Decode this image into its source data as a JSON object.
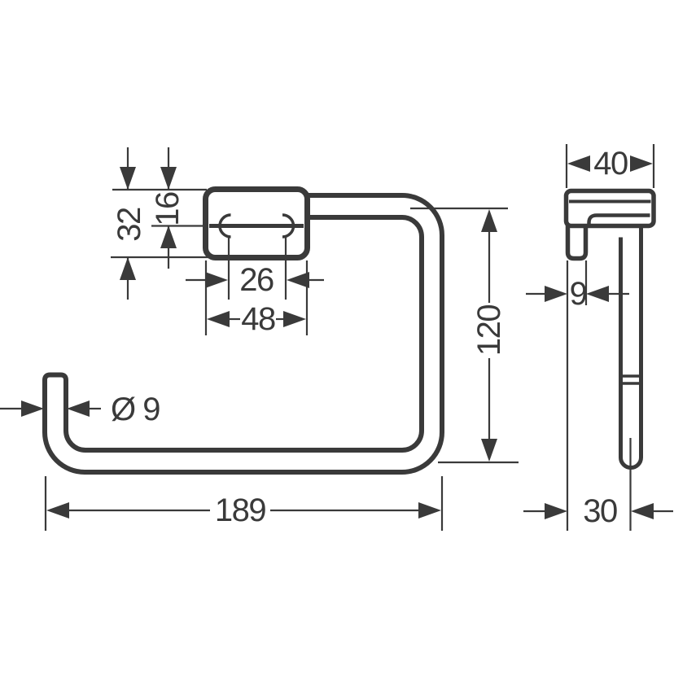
{
  "colors": {
    "line": "#3a3a3a",
    "background": "#ffffff"
  },
  "front_view": {
    "plate_height_mm": "32",
    "bar_top_offset_mm": "16",
    "hole_spacing_mm": "26",
    "plate_width_mm": "48",
    "bar_diameter_label": "Ø 9",
    "overall_width_mm": "189",
    "overall_height_mm": "120"
  },
  "side_view": {
    "depth_mm": "40",
    "plate_thickness_mm": "9",
    "wall_to_bar_center_mm": "30"
  }
}
